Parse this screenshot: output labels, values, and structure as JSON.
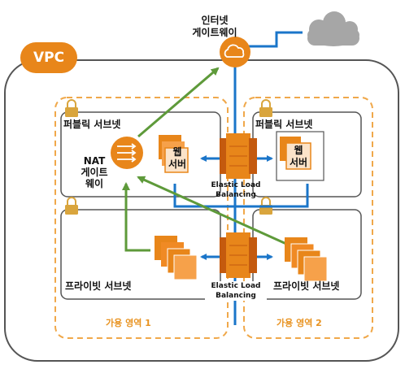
{
  "vpc_label": "VPC",
  "internet_gateway": {
    "line1": "인터넷",
    "line2": "게이트웨이"
  },
  "nat_gateway": {
    "line1": "NAT",
    "line2": "게이트",
    "line3": "웨이"
  },
  "public_subnet_1": "퍼블릭 서브넷",
  "public_subnet_2": "퍼블릭 서브넷",
  "private_subnet_1": "프라이빗 서브넷",
  "private_subnet_2": "프라이빗 서브넷",
  "web_server_1": {
    "line1": "웹",
    "line2": "서버"
  },
  "web_server_2": {
    "line1": "웹",
    "line2": "서버"
  },
  "elb_top": {
    "line1": "Elastic Load",
    "line2": "Balancing"
  },
  "elb_bottom": {
    "line1": "Elastic Load",
    "line2": "Balancing"
  },
  "az1": "가용 영역 1",
  "az2": "가용 영역 2",
  "colors": {
    "orange": "#e8861a",
    "blue": "#1a75c9",
    "green": "#5e9a3a",
    "gray_border": "#555555",
    "dash": "#f0a84a",
    "lock": "#d9a53d"
  }
}
